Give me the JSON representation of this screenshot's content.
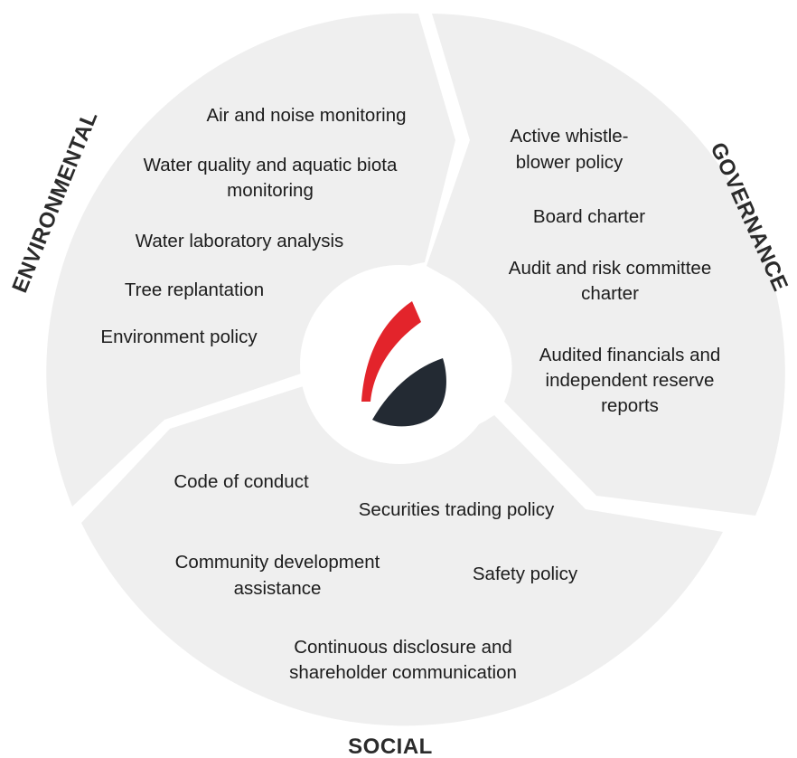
{
  "colors": {
    "segment_fill": "#efefef",
    "center_fill": "#ffffff",
    "logo_red": "#e3242b",
    "logo_dark": "#232a33",
    "text": "#1c1c1c",
    "heading": "#2b2b2b"
  },
  "logo": {
    "icon": "flame-drop-logo"
  },
  "segments": {
    "environmental": {
      "heading": "ENVIRONMENTAL",
      "items": {
        "air_noise": "Air and noise monitoring",
        "water_quality_1": "Water quality and aquatic biota",
        "water_quality_2": "monitoring",
        "water_lab": "Water laboratory analysis",
        "tree": "Tree replantation",
        "env_policy": "Environment policy"
      }
    },
    "governance": {
      "heading": "GOVERNANCE",
      "items": {
        "whistle_1": "Active whistle-",
        "whistle_2": "blower policy",
        "board": "Board charter",
        "audit_1": "Audit and risk committee",
        "audit_2": "charter",
        "financials_1": "Audited financials and",
        "financials_2": "independent reserve",
        "financials_3": "reports"
      }
    },
    "social": {
      "heading": "SOCIAL",
      "items": {
        "code": "Code of conduct",
        "securities": "Securities trading policy",
        "community_1": "Community development",
        "community_2": "assistance",
        "safety": "Safety policy",
        "disclosure_1": "Continuous disclosure and",
        "disclosure_2": "shareholder communication"
      }
    }
  }
}
